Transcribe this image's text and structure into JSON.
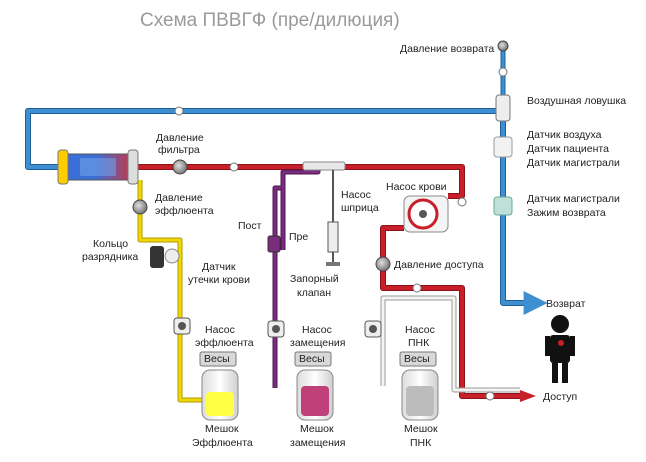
{
  "title": "Схема ПВВГФ (пре/дилюция)",
  "labels": {
    "return_pressure": "Давление возврата",
    "air_trap": "Воздушная ловушка",
    "air_sensor": "Датчик воздуха",
    "patient_sensor": "Датчик пациента",
    "line_sensor_1": "Датчик магистрали",
    "line_sensor_2": "Датчик магистрали",
    "return_clamp": "Зажим возврата",
    "filter_pressure_1": "Давление",
    "filter_pressure_2": "фильтра",
    "effluent_pressure_1": "Давление",
    "effluent_pressure_2": "эффлюента",
    "ring_1": "Кольцо",
    "ring_2": "разрядника",
    "blood_leak_1": "Датчик",
    "blood_leak_2": "утечки крови",
    "post": "Пост",
    "pre": "Пре",
    "shutoff_1": "Запорный",
    "shutoff_2": "клапан",
    "syringe_pump_1": "Насос",
    "syringe_pump_2": "шприца",
    "blood_pump": "Насос крови",
    "access_pressure": "Давление доступа",
    "return_out": "Возврат",
    "access_in": "Доступ",
    "effluent_pump_1": "Насос",
    "effluent_pump_2": "эффлюента",
    "replacement_pump_1": "Насос",
    "replacement_pump_2": "замещения",
    "pbp_pump_1": "Насос",
    "pbp_pump_2": "ПНК",
    "scale": "Весы",
    "effluent_bag_1": "Мешок",
    "effluent_bag_2": "Эффлюента",
    "replacement_bag_1": "Мешок",
    "replacement_bag_2": "замещения",
    "pbp_bag_1": "Мешок",
    "pbp_bag_2": "ПНК"
  },
  "colors": {
    "blue_line": "#3d8fd1",
    "red_line": "#c8202a",
    "purple_line": "#7a2c7e",
    "yellow_line": "#f0d800",
    "white_line": "#e8e8e8",
    "effluent_fluid": "#ffff44",
    "replacement_fluid": "#c0407a",
    "pbp_fluid": "#bcbcbc"
  },
  "icons": [
    "pressure-pod-icon",
    "pump-icon",
    "scale-icon",
    "patient-figure-icon",
    "syringe-icon",
    "filter-icon",
    "air-trap-icon"
  ]
}
